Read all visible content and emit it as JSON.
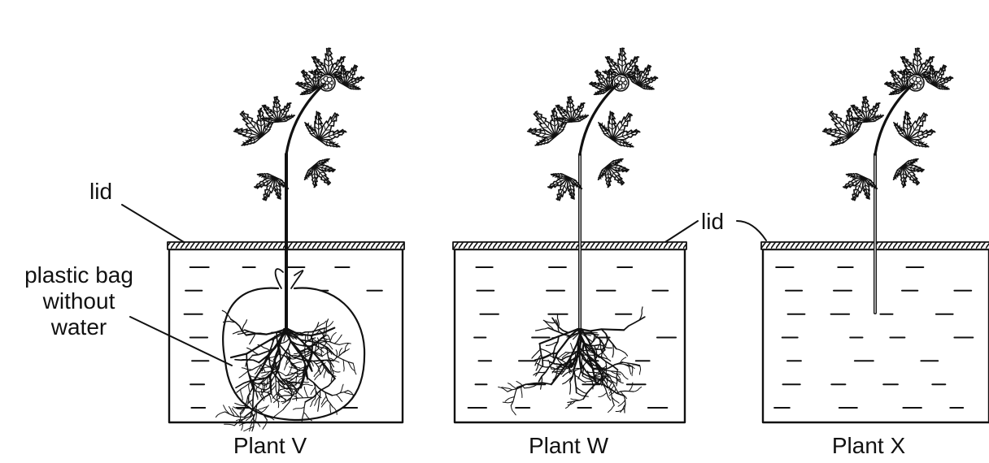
{
  "labels": {
    "lid": "lid",
    "lid_shared": "lid",
    "bag_line1": "plastic bag",
    "bag_line2": "without",
    "bag_line3": "water"
  },
  "plants": [
    {
      "name": "Plant V"
    },
    {
      "name": "Plant W"
    },
    {
      "name": "Plant X"
    }
  ]
}
